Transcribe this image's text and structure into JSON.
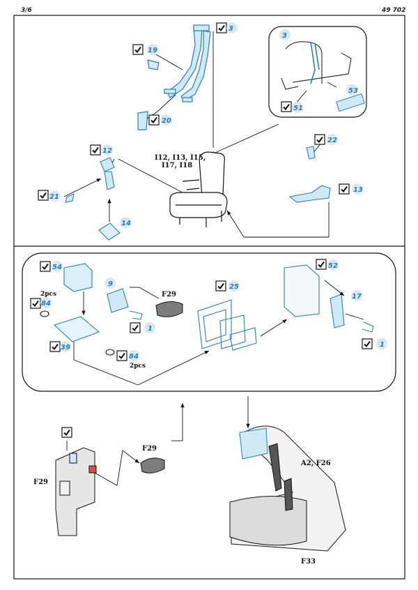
{
  "header": {
    "page": "3/6",
    "code": "49 702"
  },
  "colors": {
    "accent": "#2a7fb0",
    "part_fill": "#cfe9f7",
    "ink": "#111111"
  },
  "parts": [
    {
      "id": "p3a",
      "num": "3"
    },
    {
      "id": "p19",
      "num": "19"
    },
    {
      "id": "p20",
      "num": "20"
    },
    {
      "id": "p3b",
      "num": "3"
    },
    {
      "id": "p53",
      "num": "53"
    },
    {
      "id": "p51",
      "num": "51"
    },
    {
      "id": "p12",
      "num": "12"
    },
    {
      "id": "p22",
      "num": "22"
    },
    {
      "id": "p13",
      "num": "13"
    },
    {
      "id": "p21",
      "num": "21"
    },
    {
      "id": "p14",
      "num": "14"
    },
    {
      "id": "p54",
      "num": "54"
    },
    {
      "id": "p9",
      "num": "9"
    },
    {
      "id": "p84a",
      "num": "84"
    },
    {
      "id": "p1a",
      "num": "1"
    },
    {
      "id": "p39",
      "num": "39"
    },
    {
      "id": "p84b",
      "num": "84"
    },
    {
      "id": "p25",
      "num": "25"
    },
    {
      "id": "p52",
      "num": "52"
    },
    {
      "id": "p17",
      "num": "17"
    },
    {
      "id": "p1b",
      "num": "1"
    }
  ],
  "labels": {
    "seat_refs_1": "I12, I13, I15,",
    "seat_refs_2": "I17, I18",
    "f29_top": "F29",
    "pcs_top": "2pcs",
    "pcs_bottom": "2pcs",
    "f29_mid": "F29",
    "f29_left": "F29",
    "a2_f26": "A2, F26",
    "f33": "F33"
  }
}
